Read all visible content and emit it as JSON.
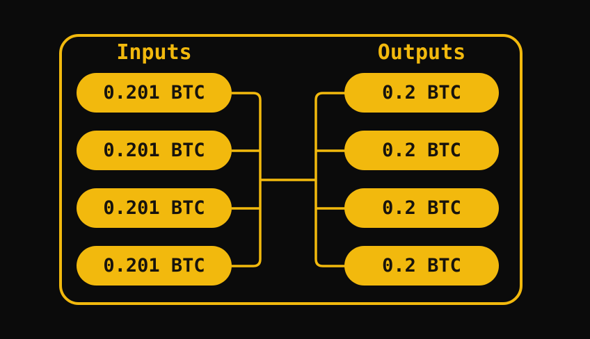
{
  "diagram": {
    "inputs_title": "Inputs",
    "outputs_title": "Outputs",
    "inputs": [
      {
        "label": "0.201 BTC"
      },
      {
        "label": "0.201 BTC"
      },
      {
        "label": "0.201 BTC"
      },
      {
        "label": "0.201 BTC"
      }
    ],
    "outputs": [
      {
        "label": "0.2 BTC"
      },
      {
        "label": "0.2 BTC"
      },
      {
        "label": "0.2 BTC"
      },
      {
        "label": "0.2 BTC"
      }
    ],
    "colors": {
      "accent": "#F2B90D",
      "background": "#0B0B0B",
      "pill_text": "#17130D"
    }
  }
}
